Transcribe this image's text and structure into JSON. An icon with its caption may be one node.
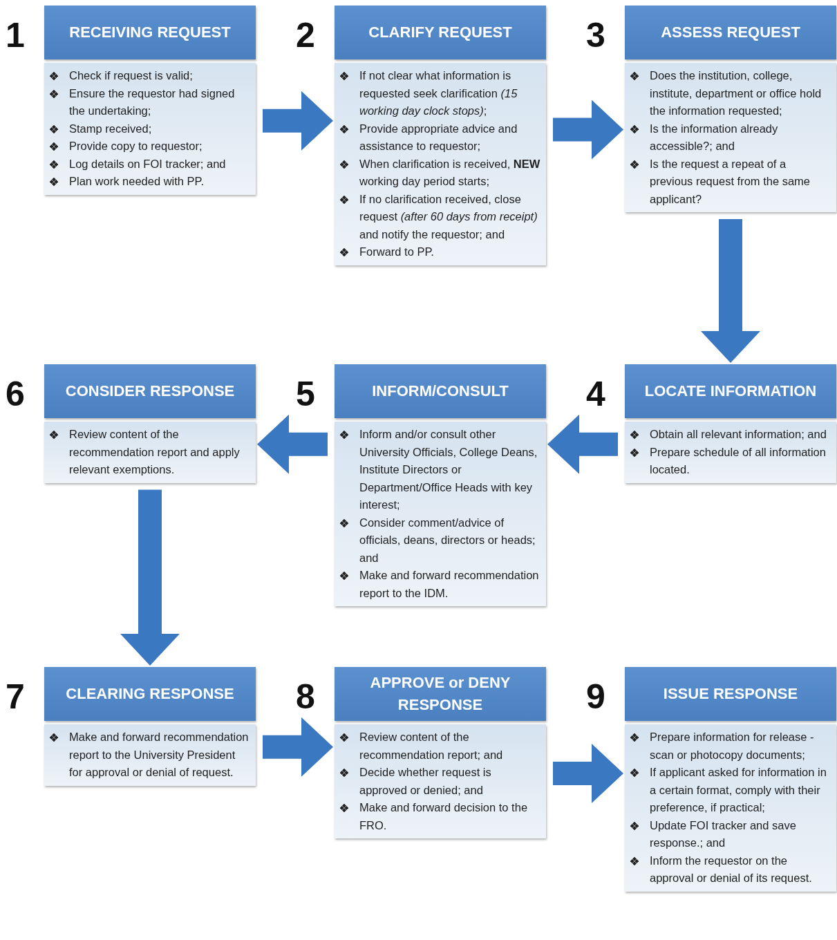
{
  "diagram": {
    "nodes": [
      {
        "text": [
          "RECEIVING REQUEST",
          "Check if request is valid;",
          "Ensure the requestor had signed the undertaking;",
          "Stamp received;",
          "Provide copy to requestor;",
          "Log details on FOI tracker; and",
          "Plan work needed with PP."
        ],
        "beside": [
          "1"
        ]
      },
      {
        "text": [
          "CLARIFY REQUEST",
          "If not clear what information is requested seek clarification *(15 working day clock stops)*;",
          "Provide appropriate advice and assistance to requestor;",
          "When clarification is received, **NEW** working day period starts;",
          "If  no clarification received, close request *(after 60 days from receipt)* and notify the requestor; and",
          "Forward to PP."
        ],
        "beside": [
          "2"
        ]
      },
      {
        "text": [
          "ASSESS REQUEST",
          "Does the institution, college, institute, department or office hold the information requested;",
          "Is the information already accessible?; and",
          "Is the request a repeat of a previous request from the same applicant?"
        ],
        "beside": [
          "3"
        ]
      },
      {
        "text": [
          "LOCATE INFORMATION",
          "Obtain all relevant information; and",
          "Prepare schedule of all information located."
        ],
        "beside": [
          "4"
        ]
      },
      {
        "text": [
          "INFORM/CONSULT",
          "Inform and/or consult other University Officials, College Deans, Institute Directors or Department/Office Heads with key interest;",
          "Consider comment/advice of officials, deans, directors or heads; and",
          "Make and forward recommendation report to the IDM."
        ],
        "beside": [
          "5"
        ]
      },
      {
        "text": [
          "CONSIDER RESPONSE",
          "Review content of the recommendation report and apply relevant exemptions."
        ],
        "beside": [
          "6"
        ]
      },
      {
        "text": [
          "CLEARING RESPONSE",
          "Make and forward recommendation report to the University President for approval or denial of request."
        ],
        "beside": [
          "7"
        ]
      },
      {
        "text": [
          "APPROVE or DENY RESPONSE",
          "Review content of the recommendation report; and",
          "Decide whether request is approved or denied; and",
          "Make and forward decision to the FRO."
        ],
        "beside": [
          "8"
        ]
      },
      {
        "text": [
          "ISSUE RESPONSE",
          "Prepare information for release - scan or photocopy documents;",
          "If applicant asked for information in a certain format, comply with their preference, if practical;",
          "Update FOI tracker and save response.; and",
          "Inform the requestor on the approval or denial of its request."
        ],
        "beside": [
          "9"
        ]
      }
    ],
    "edges": [
      {
        "from": 0,
        "to": 1,
        "arrow": "to"
      },
      {
        "from": 1,
        "to": 2,
        "arrow": "to"
      },
      {
        "from": 2,
        "to": 3,
        "arrow": "to"
      },
      {
        "from": 3,
        "to": 4,
        "arrow": "to"
      },
      {
        "from": 4,
        "to": 5,
        "arrow": "to"
      },
      {
        "from": 5,
        "to": 6,
        "arrow": "to"
      },
      {
        "from": 6,
        "to": 7,
        "arrow": "to"
      },
      {
        "from": 7,
        "to": 8,
        "arrow": "to"
      }
    ]
  }
}
